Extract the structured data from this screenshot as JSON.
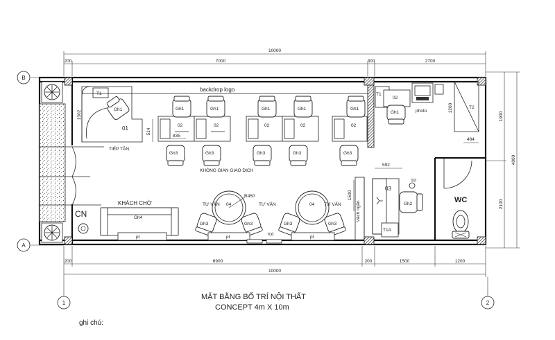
{
  "dimensions": {
    "top_total": "10000",
    "top_segments": [
      "200",
      "7000",
      "300",
      "2700"
    ],
    "bottom_segments": [
      "200",
      "6900",
      "200",
      "1500",
      "1200"
    ],
    "bottom_total": "10000",
    "right_inner": [
      "1900",
      "2100"
    ],
    "right_total": "4000",
    "local": [
      "1302",
      "514",
      "835",
      "592",
      "1500",
      "484",
      "1200",
      "R450"
    ]
  },
  "grid_axes": {
    "top": "B",
    "bottom": "A",
    "left": "1",
    "right": "2"
  },
  "rooms": {
    "backdrop": "backdrop logo",
    "reception": "TIẾP TÂN",
    "transaction": "KHÔNG GIAN GIAO DỊCH",
    "waiting": "KHÁCH CHỜ",
    "entrance": "CN",
    "photo": "photo",
    "wc": "WC",
    "partition": "Vách ngăn",
    "lcd": "lcd"
  },
  "furniture": {
    "T1": "T1",
    "T2": "T2",
    "T1A": "T1A",
    "TP": "TP",
    "Gh1": "Gh1",
    "Gh2": "Gh2",
    "Gh3": "Gh3",
    "Gh4": "Gh4",
    "n01": "01",
    "n02": "02",
    "n03": "03",
    "n04": "04",
    "pt": "pt",
    "tuvan": "TƯ VẤN"
  },
  "title": {
    "line1": "MẶT BẰNG BỐ TRÍ NỘI THẤT",
    "line2": "CONCEPT 4m X 10m",
    "note": "ghi chú:"
  }
}
